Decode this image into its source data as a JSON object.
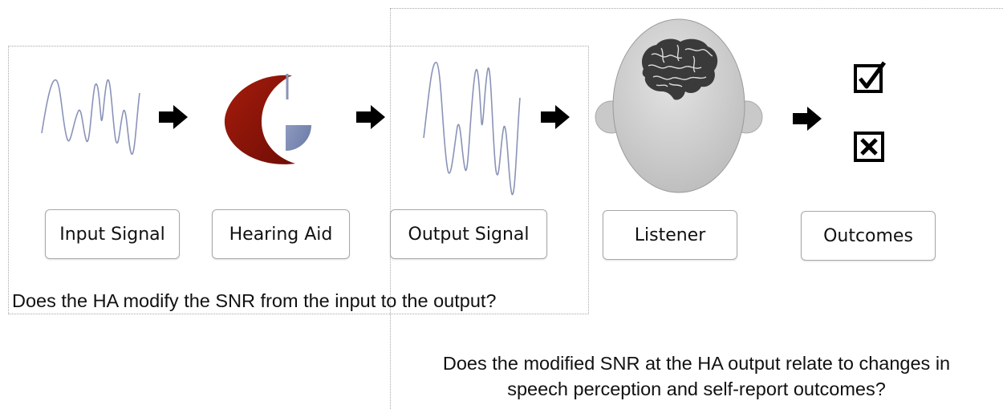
{
  "labels": {
    "input": "Input Signal",
    "hearing_aid": "Hearing Aid",
    "output": "Output Signal",
    "listener": "Listener",
    "outcomes": "Outcomes"
  },
  "questions": {
    "q1": "Does the HA modify the SNR from the input to the output?",
    "q2_line1": "Does the modified SNR at the HA output relate to changes in",
    "q2_line2": "speech perception and self-report outcomes?"
  },
  "icons": [
    "input-waveform-icon",
    "right-arrow-icon",
    "hearing-aid-icon",
    "output-waveform-icon",
    "head-icon",
    "brain-icon",
    "checked-box-icon",
    "crossed-box-icon"
  ],
  "colors": {
    "waveform": "#8a93b8",
    "hearing_aid_red": "#8e1408",
    "hearing_aid_blue": "#7f8fb5",
    "head": "#d6d6d6",
    "arrow": "#000000"
  }
}
